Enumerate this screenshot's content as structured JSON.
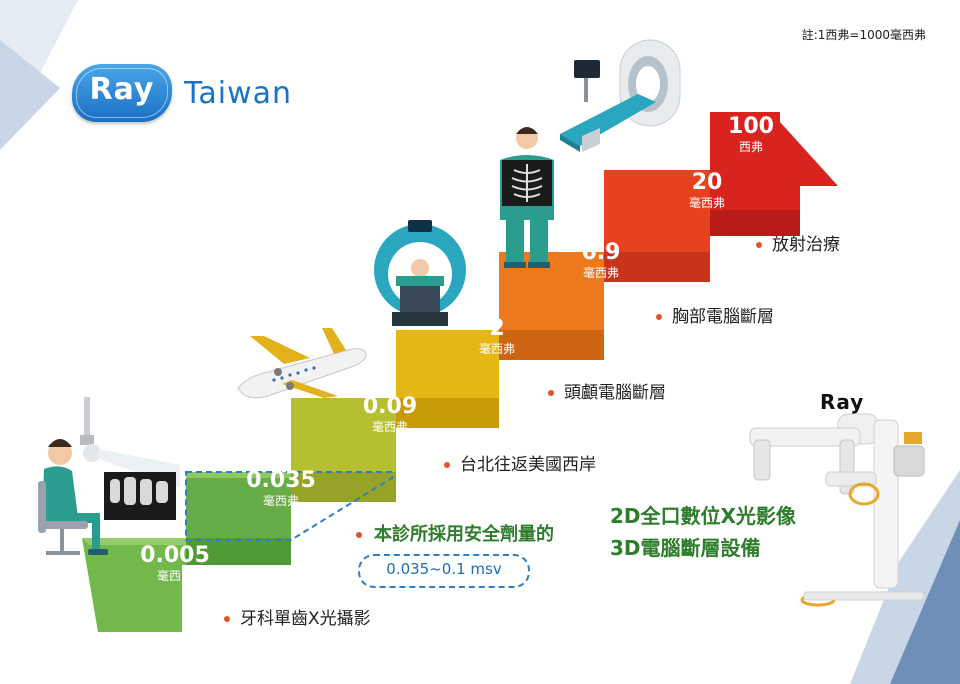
{
  "note": "註:1西弗=1000毫西弗",
  "logo": {
    "brand": "Ray",
    "region": "Taiwan"
  },
  "ray_device_mark": "Ray",
  "steps": [
    {
      "value": "0.005",
      "unit": "毫西弗",
      "label": "牙科單齒X光攝影",
      "color": "#79bb4f"
    },
    {
      "value": "0.035",
      "unit": "毫西弗",
      "label": "",
      "color": "#6ab04a"
    },
    {
      "value": "0.09",
      "unit": "毫西弗",
      "label": "台北往返美國西岸",
      "color": "#b8c232"
    },
    {
      "value": "2",
      "unit": "毫西弗",
      "label": "頭顱電腦斷層",
      "color": "#e6b812"
    },
    {
      "value": "6.9",
      "unit": "毫西弗",
      "label": "胸部電腦斷層",
      "color": "#ec7a1c"
    },
    {
      "value": "20",
      "unit": "毫西弗",
      "label": "放射治療",
      "color": "#e53c22"
    },
    {
      "value": "100",
      "unit": "西弗",
      "label": "",
      "color": "#d8211f"
    }
  ],
  "clinic": {
    "text": "本診所採用安全劑量的",
    "range": "0.035~0.1 msv"
  },
  "device": {
    "line1": "2D全口數位X光影像",
    "line2": "3D電腦斷層設備"
  },
  "icons": [
    "dental-xray-patient-icon",
    "dental-xray-film-icon",
    "airplane-icon",
    "ct-scanner-icon",
    "chest-xray-person-icon",
    "mri-scanner-icon",
    "dental-cbct-device-icon"
  ]
}
